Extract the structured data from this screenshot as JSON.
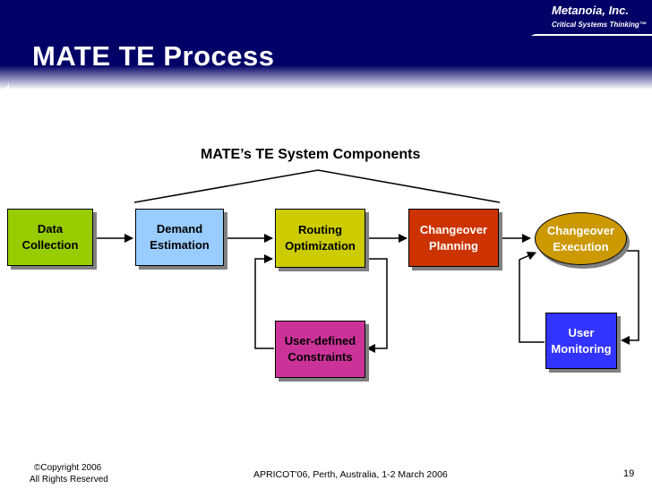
{
  "header": {
    "company": "Metanoia, Inc.",
    "tagline": "Critical Systems Thinking™",
    "title": "MATE TE Process",
    "band_color": "#000066"
  },
  "diagram": {
    "group_label": "MATE’s TE System Components",
    "nodes": {
      "data_collection": {
        "label": "Data\nCollection",
        "color": "#99cc00"
      },
      "demand_estimation": {
        "label": "Demand\nEstimation",
        "color": "#99ccff"
      },
      "routing_optimization": {
        "label": "Routing\nOptimization",
        "color": "#cccc00"
      },
      "changeover_planning": {
        "label": "Changeover\nPlanning",
        "color": "#cc3300"
      },
      "changeover_execution": {
        "label": "Changeover\nExecution",
        "color": "#cc9900"
      },
      "user_defined_constraints": {
        "label": "User-defined\nConstraints",
        "color": "#cc3399"
      },
      "user_monitoring": {
        "label": "User\nMonitoring",
        "color": "#3333ff"
      }
    }
  },
  "footer": {
    "copyright": "©Copyright 2006",
    "rights": "All Rights Reserved",
    "conference": "APRICOT'06, Perth, Australia, 1-2 March 2006",
    "page_number": "19"
  }
}
